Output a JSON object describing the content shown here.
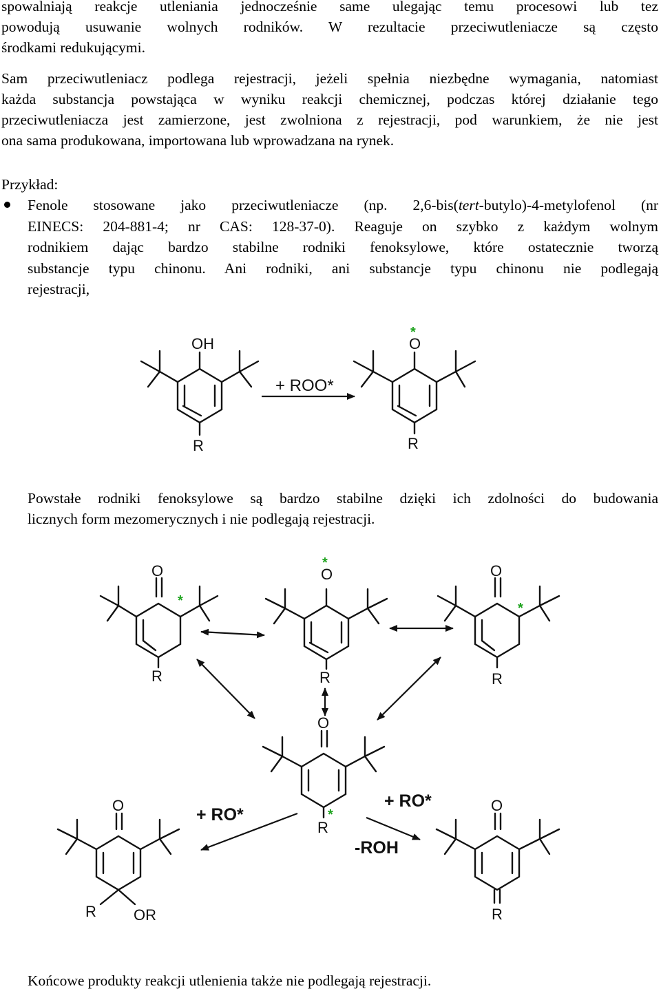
{
  "doc": {
    "p1": [
      "spowalniają reakcje utleniania jednocześnie same ulegając temu procesowi lub tez",
      "powodują usuwanie wolnych rodników. W rezultacie przeciwutleniacze są często",
      "środkami redukującymi."
    ],
    "p2": [
      "Sam przeciwutleniacz podlega rejestracji, jeżeli spełnia niezbędne wymagania, natomiast",
      "każda substancja powstająca w wyniku reakcji chemicznej, podczas której działanie tego",
      "przeciwutleniacza jest zamierzone, jest zwolniona z rejestracji, pod warunkiem, że nie jest",
      "ona sama produkowana, importowana lub wprowadzana na rynek."
    ],
    "example_label": "Przykład:",
    "bullet": {
      "line1_a": "Fenole stosowane jako przeciwutleniacze (np. 2,6-bis(",
      "line1_italic": "tert",
      "line1_b": "-butylo)-4-metylofenol (nr",
      "line2": "EINECS: 204-881-4; nr CAS: 128-37-0). Reaguje on szybko z każdym wolnym",
      "line3": "rodnikiem dając bardzo stabilne rodniki fenoksylowe, które ostatecznie tworzą",
      "line4": "substancje typu chinonu. Ani rodniki, ani substancje typu chinonu nie podlegają",
      "line5": "rejestracji,"
    },
    "p3": [
      "Powstałe rodniki fenoksylowe są bardzo stabilne dzięki ich zdolności do budowania",
      "licznych form mezomerycznych i nie podlegają rejestracji."
    ],
    "p4": "Końcowe produkty reakcji utlenienia także nie podlegają rejestracji."
  },
  "scheme1": {
    "reagent": "+ ROO*",
    "oh_label": "OH",
    "o_label": "O",
    "r_label": "R",
    "radical_mark": "*"
  },
  "scheme2": {
    "o_label": "O",
    "r_label": "R",
    "or_label": "OR",
    "radical_mark": "*",
    "left_reagent": "+ RO*",
    "right_reagent": "+ RO*",
    "right_product": "-ROH"
  },
  "colors": {
    "radical": "#1fa31f",
    "text": "#000000"
  }
}
